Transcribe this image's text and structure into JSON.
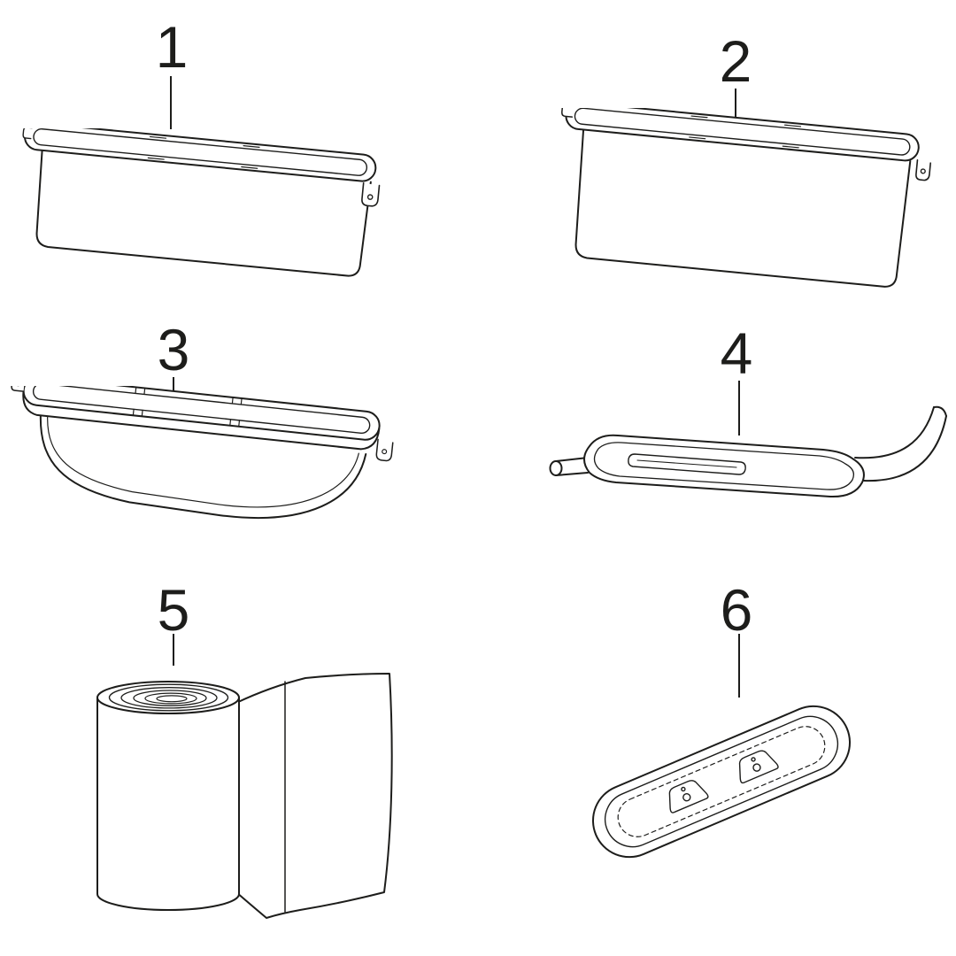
{
  "figure": {
    "background": "#ffffff",
    "line_color": "#1d1d1b",
    "items": [
      {
        "number": "1",
        "part": "trough-insert-shallow"
      },
      {
        "number": "2",
        "part": "trough-insert-deep"
      },
      {
        "number": "3",
        "part": "trough-with-frame-and-glass-insert"
      },
      {
        "number": "4",
        "part": "installation-lifting-tool"
      },
      {
        "number": "5",
        "part": "sealing-membrane-roll"
      },
      {
        "number": "6",
        "part": "oval-cover-plate-with-brackets"
      }
    ]
  }
}
